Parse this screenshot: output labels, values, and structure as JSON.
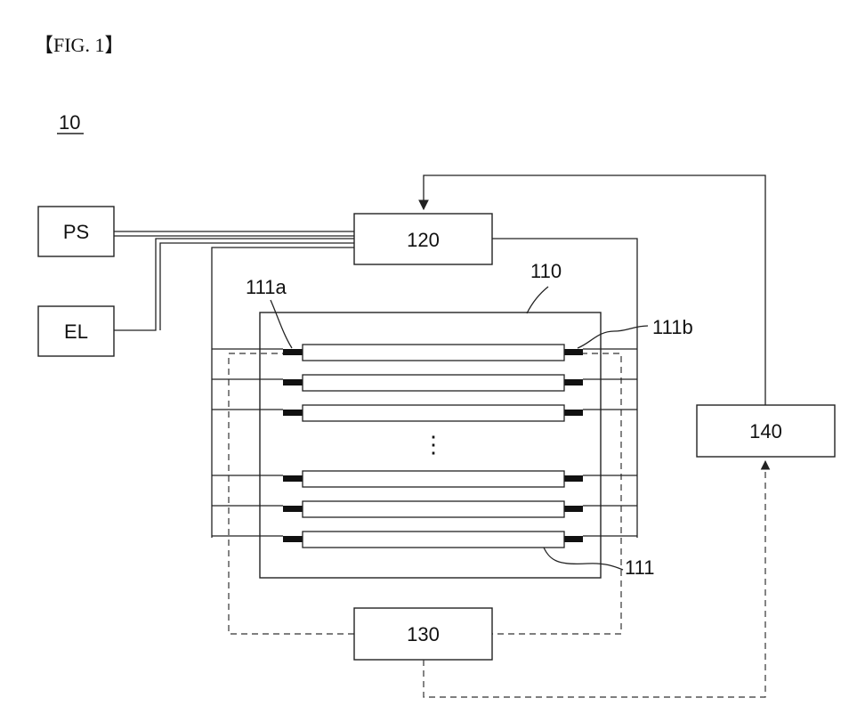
{
  "figure": {
    "caption": "【FIG. 1】",
    "system_ref": "10",
    "vertical_ellipsis": "⋮"
  },
  "components": {
    "ps": "PS",
    "el": "EL",
    "controller_120": "120",
    "chamber_110": "110",
    "unit_130": "130",
    "unit_140": "140"
  },
  "labels": {
    "electrode_left": "111a",
    "electrode_right": "111b",
    "lamp": "111"
  },
  "lamps": {
    "rows_upper": 3,
    "rows_lower": 3
  },
  "colors": {
    "line": "#222222",
    "electrode": "#111111",
    "background": "#ffffff"
  }
}
